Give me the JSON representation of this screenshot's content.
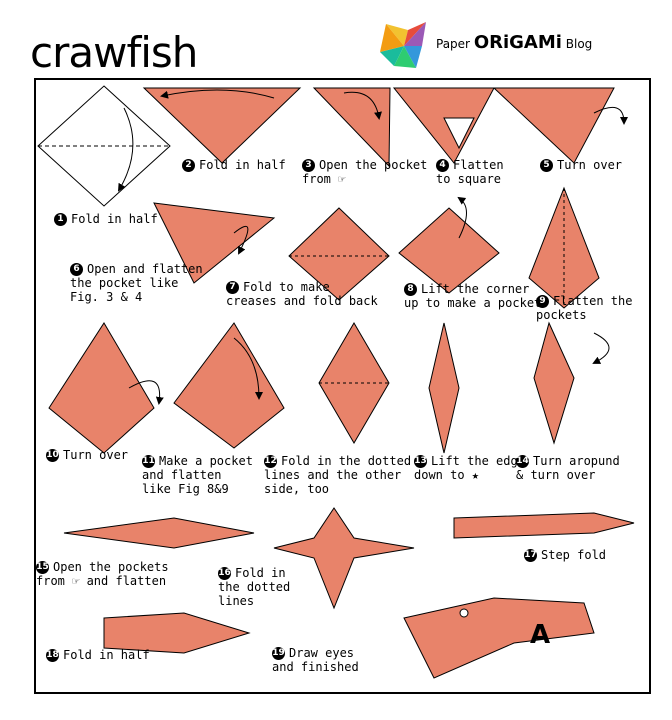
{
  "title": "crawfish",
  "logo": {
    "paper": "Paper",
    "origami": "ORiGAMi",
    "blog": "Blog"
  },
  "steps": [
    {
      "n": "1",
      "text": "Fold in half"
    },
    {
      "n": "2",
      "text": "Fold in half"
    },
    {
      "n": "3",
      "text": "Open the pocket\nfrom ☞"
    },
    {
      "n": "4",
      "text": "Flatten\nto square"
    },
    {
      "n": "5",
      "text": "Turn over"
    },
    {
      "n": "6",
      "text": "Open and flatten\nthe pocket like\nFig. 3 & 4"
    },
    {
      "n": "7",
      "text": "Fold to make\ncreases and fold back"
    },
    {
      "n": "8",
      "text": "Lift the corner\nup to make a pockets"
    },
    {
      "n": "9",
      "text": "Flatten the\npockets"
    },
    {
      "n": "10",
      "text": "Turn over"
    },
    {
      "n": "11",
      "text": "Make a pocket\nand flatten\nlike Fig 8&9"
    },
    {
      "n": "12",
      "text": "Fold in the dotted\nlines and the other\nside, too"
    },
    {
      "n": "13",
      "text": "Lift the edge\ndown to ★"
    },
    {
      "n": "14",
      "text": "Turn aropund\n& turn over"
    },
    {
      "n": "15",
      "text": "Open the pockets\nfrom ☞ and flatten"
    },
    {
      "n": "16",
      "text": "Fold in\nthe dotted\nlines"
    },
    {
      "n": "17",
      "text": "Step fold"
    },
    {
      "n": "18",
      "text": "Fold in half"
    },
    {
      "n": "19",
      "text": "Draw eyes\nand finished"
    }
  ],
  "final_label": "A",
  "colors": {
    "paper": "#E8836A",
    "paper_dark": "#D96B52",
    "line": "#000000",
    "frame": "#000000"
  }
}
